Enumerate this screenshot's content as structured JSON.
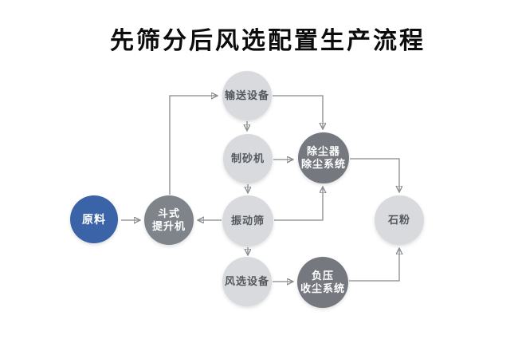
{
  "title": "先筛分后风选配置生产流程",
  "nodes": {
    "raw_material": {
      "label": "原料",
      "color": "#3b63a8",
      "text_color": "#ffffff"
    },
    "bucket_elevator": {
      "line1": "斗式",
      "line2": "提升机",
      "color": "#7f838a",
      "text_color": "#ffffff"
    },
    "conveyor": {
      "label": "输送设备",
      "color": "#d8dadd",
      "text_color": "#54595f"
    },
    "sand_maker": {
      "label": "制砂机",
      "color": "#d8dadd",
      "text_color": "#54595f"
    },
    "vibrating_screen": {
      "label": "振动筛",
      "color": "#d8dadd",
      "text_color": "#54595f"
    },
    "air_separator": {
      "label": "风选设备",
      "color": "#d8dadd",
      "text_color": "#54595f"
    },
    "dust_collector": {
      "line1": "除尘器",
      "line2": "除尘系统",
      "color": "#75797f",
      "text_color": "#ffffff"
    },
    "negative_pressure": {
      "line1": "负压",
      "line2": "收尘系统",
      "color": "#75797f",
      "text_color": "#ffffff"
    },
    "stone_powder": {
      "label": "石粉",
      "color": "#d8dadd",
      "text_color": "#54595f"
    }
  },
  "edges": [
    {
      "from": "原料",
      "to": "斗式提升机"
    },
    {
      "from": "斗式提升机",
      "to": "输送设备"
    },
    {
      "from": "输送设备",
      "to": "制砂机"
    },
    {
      "from": "输送设备",
      "to": "除尘器除尘系统"
    },
    {
      "from": "制砂机",
      "to": "除尘器除尘系统"
    },
    {
      "from": "制砂机",
      "to": "振动筛"
    },
    {
      "from": "振动筛",
      "to": "斗式提升机"
    },
    {
      "from": "振动筛",
      "to": "除尘器除尘系统"
    },
    {
      "from": "振动筛",
      "to": "风选设备"
    },
    {
      "from": "风选设备",
      "to": "负压收尘系统"
    },
    {
      "from": "除尘器除尘系统",
      "to": "石粉"
    },
    {
      "from": "负压收尘系统",
      "to": "石粉"
    }
  ],
  "colors": {
    "background": "#ffffff",
    "title_text": "#0c0c0c",
    "line": "#85898d",
    "arrowhead": "#3f4449",
    "light_node": "#d8dadd",
    "dark_node": "#75797f",
    "elevator_node": "#7f838a",
    "accent_blue": "#3b63a8"
  }
}
